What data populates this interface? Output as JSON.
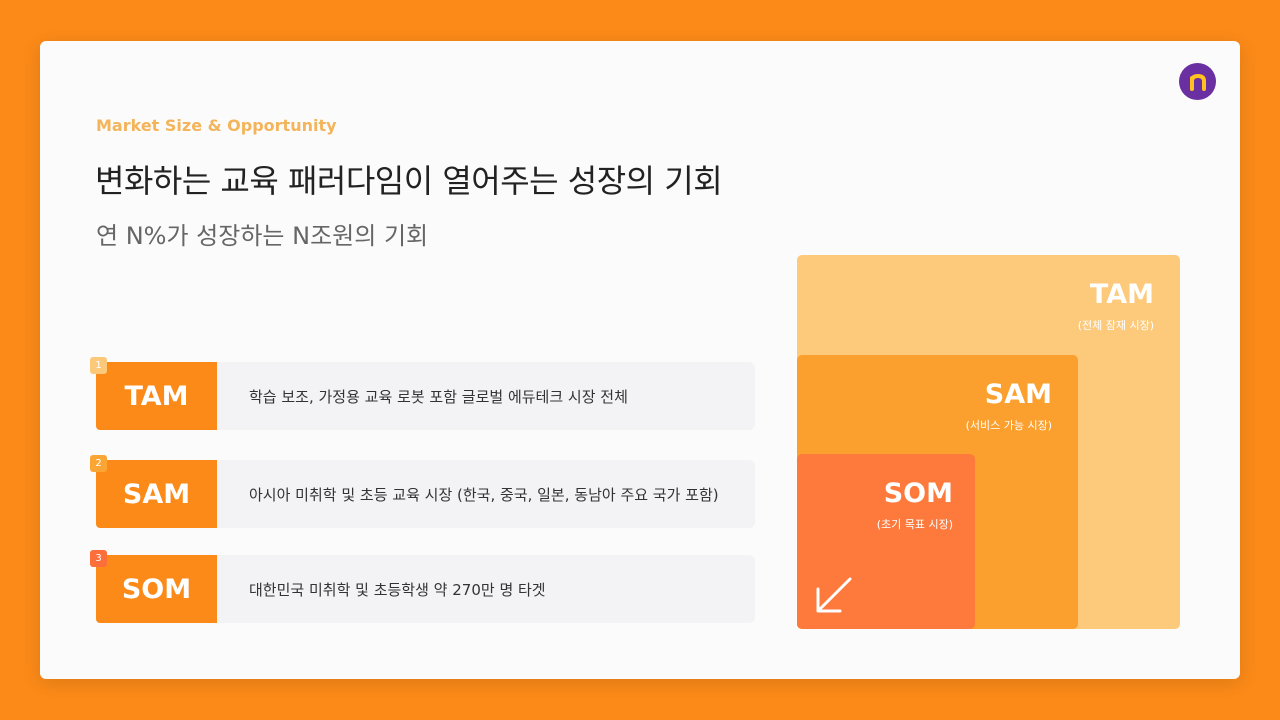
{
  "header": {
    "eyebrow": "Market Size & Opportunity",
    "title": "변화하는 교육 패러다임이 열어주는 성장의 기회",
    "subtitle": "연 N%가 성장하는 N조원의 기회"
  },
  "logo": {
    "icon": "n-logo-icon",
    "glyph": "n",
    "color": "#6a2fa0"
  },
  "rows": [
    {
      "num": "1",
      "tag": "TAM",
      "desc": "학습 보조, 가정용 교육 로봇 포함 글로벌 에듀테크 시장 전체",
      "num_color": "#fcc97a"
    },
    {
      "num": "2",
      "tag": "SAM",
      "desc": "아시아 미취학 및 초등 교육 시장 (한국, 중국, 일본, 동남아 주요 국가 포함)",
      "num_color": "#fba534"
    },
    {
      "num": "3",
      "tag": "SOM",
      "desc": "대한민국 미취학 및 초등학생 약 270만 명 타겟",
      "num_color": "#fd6f3a"
    }
  ],
  "market_boxes": [
    {
      "label": "TAM",
      "sub": "(전체 잠재 시장)",
      "color": "#fdc97b"
    },
    {
      "label": "SAM",
      "sub": "(서비스 가능 시장)",
      "color": "#fba02e"
    },
    {
      "label": "SOM",
      "sub": "(초기 목표 시장)",
      "color": "#fe7a3c"
    }
  ],
  "colors": {
    "background": "#fb8a18",
    "card": "#fbfbfc",
    "accent": "#fb8a18"
  },
  "arrow_icon": "arrow-down-left-icon"
}
